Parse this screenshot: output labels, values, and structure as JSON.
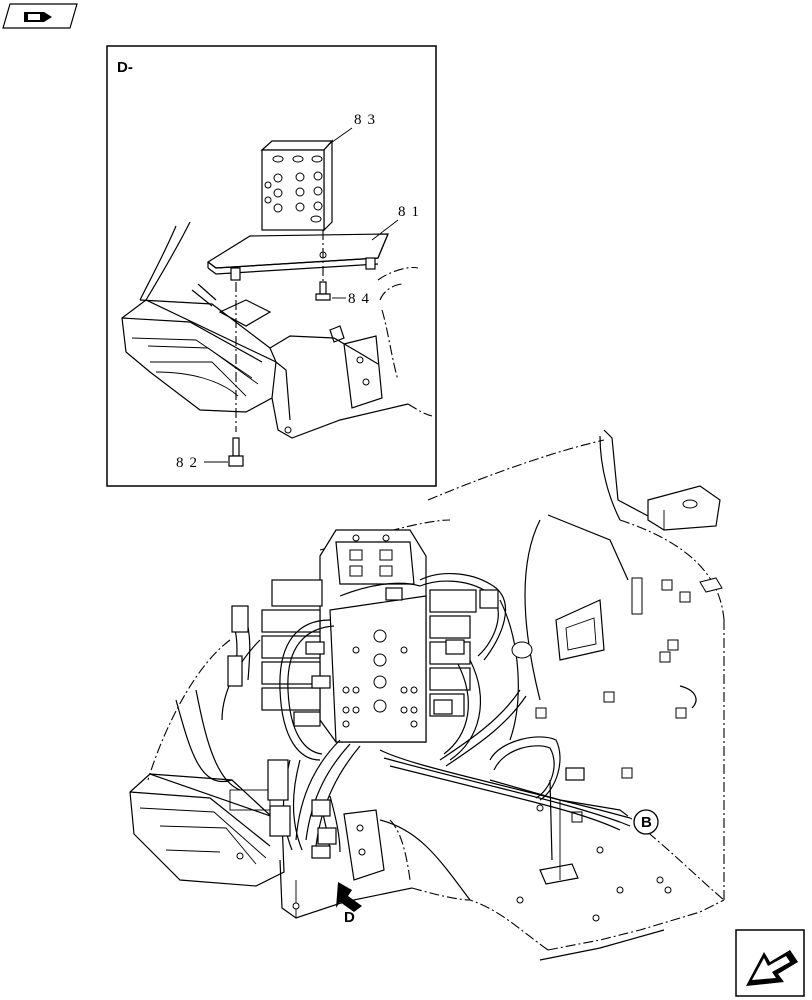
{
  "detail": {
    "view_label": "D-",
    "callouts": [
      "83",
      "81",
      "84",
      "82"
    ]
  },
  "main": {
    "view_arrow_label": "D",
    "connector_label": "B"
  },
  "icons": {
    "top_left": "previous-page-book-icon",
    "bottom_right": "next-page-arrow-icon"
  }
}
